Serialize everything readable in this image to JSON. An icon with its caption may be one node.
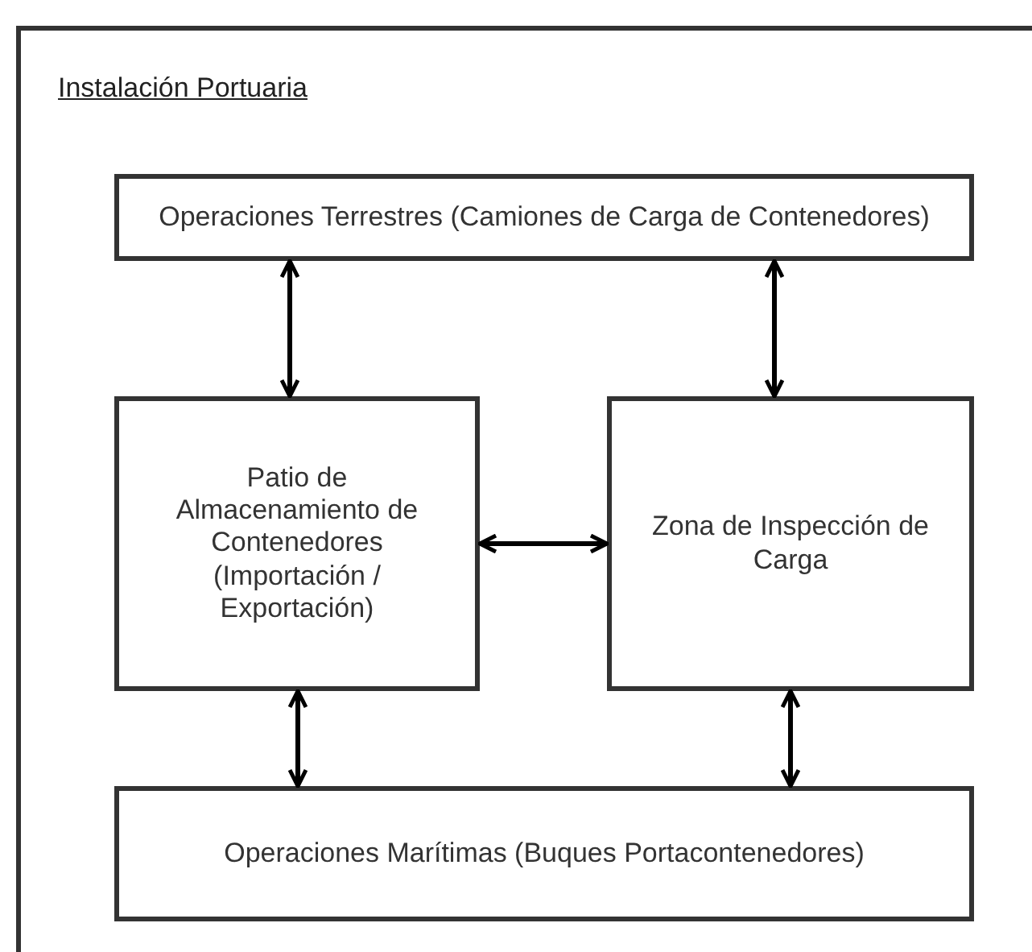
{
  "diagram": {
    "nodes": [
      {
        "text": [
          "Instalación Portuaria"
        ]
      },
      {
        "text": [
          "Operaciones Terrestres (Camiones de Carga de Contenedores)"
        ],
        "in": 0
      },
      {
        "text": [
          "Patio de Almacenamiento de Contenedores (Importación / Exportación)"
        ],
        "in": 0
      },
      {
        "text": [
          "Zona de Inspección de Carga"
        ],
        "in": 0
      },
      {
        "text": [
          "Operaciones Marítimas (Buques Portacontenedores)"
        ],
        "in": 0
      }
    ],
    "edges": [
      {
        "from": 1,
        "to": 2,
        "arrow": "both"
      },
      {
        "from": 1,
        "to": 3,
        "arrow": "both"
      },
      {
        "from": 2,
        "to": 3,
        "arrow": "both"
      },
      {
        "from": 2,
        "to": 4,
        "arrow": "both"
      },
      {
        "from": 3,
        "to": 4,
        "arrow": "both"
      }
    ]
  }
}
